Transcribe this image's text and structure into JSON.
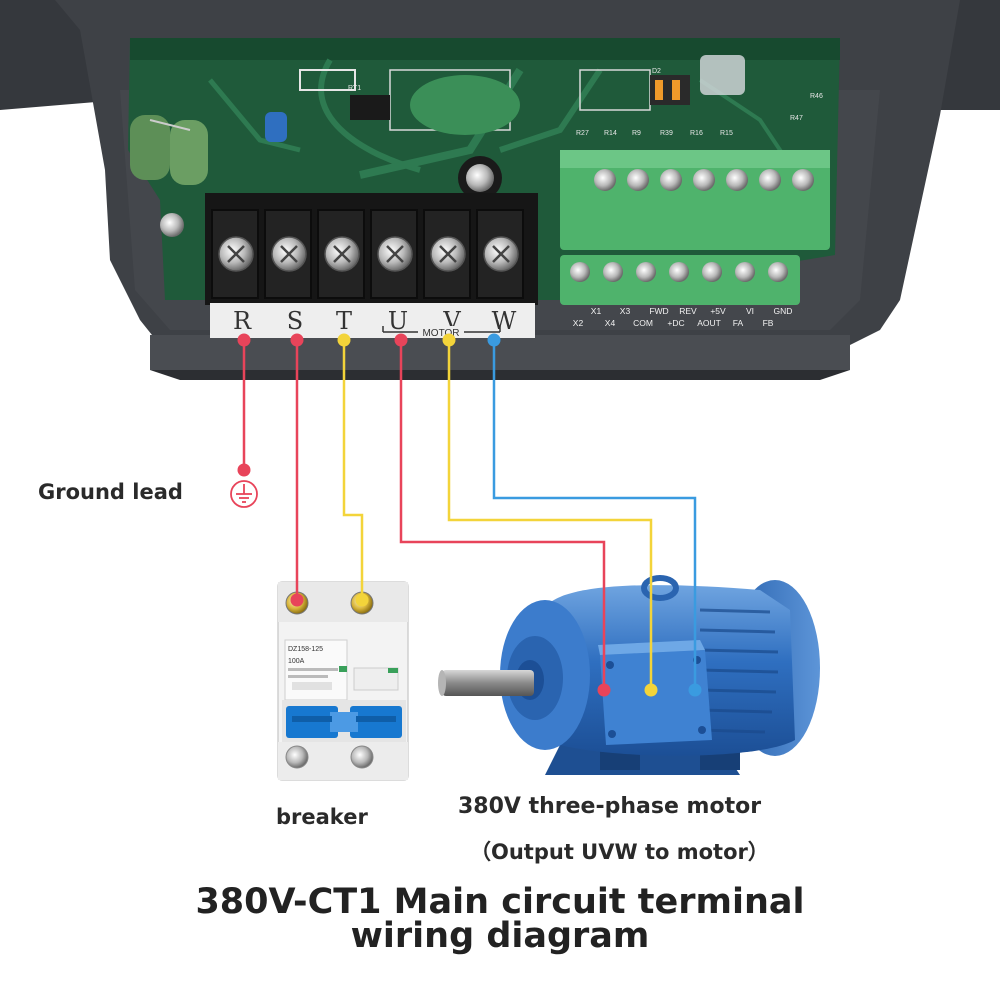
{
  "terminals": {
    "labels": [
      "R",
      "S",
      "T",
      "U",
      "V",
      "W"
    ],
    "motor_mark": "MOTOR"
  },
  "control_terminals": {
    "top_refs": [
      "R27",
      "R14",
      "R9",
      "R39",
      "R16",
      "R15"
    ],
    "bottom_row1": [
      "X1",
      "X3",
      "FWD",
      "REV",
      "+5V",
      "VI",
      "GND"
    ],
    "bottom_row2": [
      "X2",
      "X4",
      "COM",
      "+DC",
      "AOUT",
      "FA",
      "FB"
    ]
  },
  "pcb_marks": {
    "rt1": "RT1",
    "d2": "D2",
    "r46": "R46",
    "r47": "R47"
  },
  "breaker": {
    "model": "DZ158-125",
    "rating": "100A"
  },
  "labels": {
    "ground": "Ground lead",
    "breaker": "breaker",
    "motor": "380V three-phase motor",
    "motor_sub": "（Output UVW to motor）"
  },
  "title": {
    "line1": "380V-CT1 Main circuit terminal",
    "line2": "wiring diagram"
  },
  "colors": {
    "red_wire": "#e8445a",
    "yellow_wire": "#f3d43a",
    "blue_wire": "#3a9be0",
    "pcb_green": "#1f5a3a",
    "housing": "#3f4247",
    "terminal_green": "#4fb36c",
    "motor_blue": "#2f6fc0"
  }
}
